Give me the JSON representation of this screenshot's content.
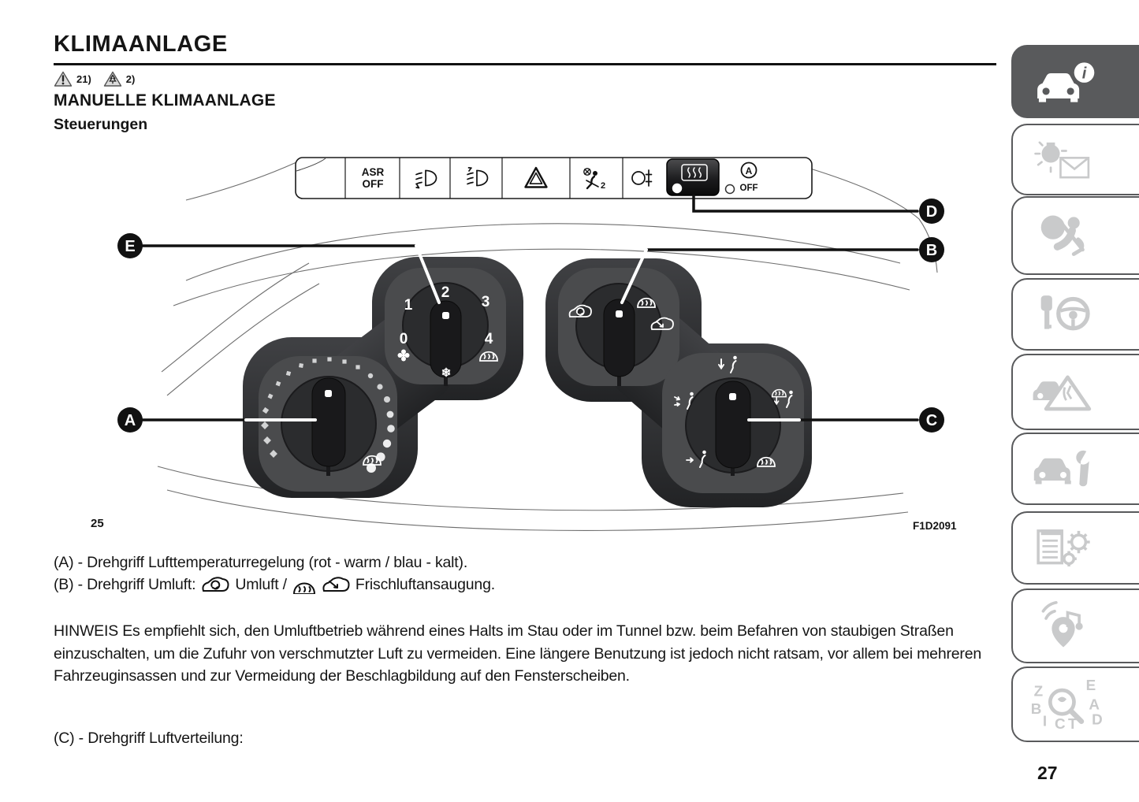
{
  "header": {
    "title": "KLIMAANLAGE",
    "footnote_warning": "21)",
    "footnote_environment": "2)",
    "section": "MANUELLE KLIMAANLAGE",
    "subsection": "Steuerungen"
  },
  "figure": {
    "number": "25",
    "code": "F1D2091",
    "strip": {
      "asr_line1": "ASR",
      "asr_line2": "OFF",
      "airbag_sub": "2",
      "auto_letter": "A",
      "auto_off": "OFF"
    },
    "fan_knob": {
      "p0": "0",
      "p1": "1",
      "p2": "2",
      "p3": "3",
      "p4": "4",
      "ac_symbol": "❄"
    },
    "callouts": {
      "a": "A",
      "b": "B",
      "c": "C",
      "d": "D",
      "e": "E"
    }
  },
  "body": {
    "line_a": "(A) - Drehgriff Lufttemperaturregelung (rot - warm / blau - kalt).",
    "line_b_prefix": "(B) - Drehgriff Umluft:",
    "line_b_mid": "Umluft /",
    "line_b_suffix": "Frischluftansaugung.",
    "note": "HINWEIS Es empfiehlt sich, den Umluftbetrieb während eines Halts im Stau oder im Tunnel bzw. beim Befahren von staubigen Straßen einzuschalten, um die Zufuhr von verschmutzter Luft zu vermeiden. Eine längere Benutzung ist jedoch nicht ratsam, vor allem bei mehreren Fahrzeuginsassen und zur Vermeidung der Beschlagbildung auf den Fensterscheiben.",
    "line_c": "(C) - Drehgriff Luftverteilung:"
  },
  "page_number": "27",
  "sidebar": {
    "info_glyph": "i",
    "index_letters": [
      "Z",
      "E",
      "B",
      "A",
      "I",
      "C",
      "T",
      "D"
    ],
    "tabs": [
      {
        "name": "vehicle-info",
        "active": true
      },
      {
        "name": "warning-lights",
        "active": false
      },
      {
        "name": "safety",
        "active": false
      },
      {
        "name": "starting-driving",
        "active": false
      },
      {
        "name": "emergency",
        "active": false
      },
      {
        "name": "maintenance",
        "active": false
      },
      {
        "name": "technical-data",
        "active": false
      },
      {
        "name": "multimedia",
        "active": false
      },
      {
        "name": "index",
        "active": false
      }
    ]
  },
  "colors": {
    "tab_gray": "#595a5c",
    "icon_gray": "#c9cacb",
    "figure_dark": "#2f3032"
  }
}
